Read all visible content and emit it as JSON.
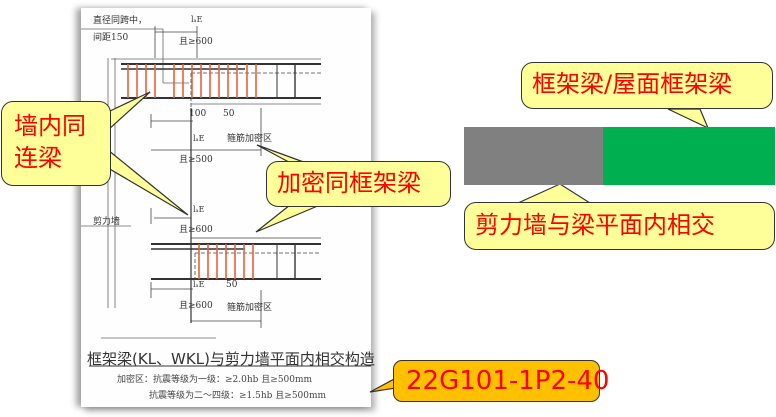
{
  "drawing": {
    "labels": {
      "top_note_line1": "直径同跨中，",
      "top_note_line2": "间距150",
      "lae_top": "lₐE",
      "lae_top_cond": "且≥600",
      "dim_100": "100",
      "dim_50_top": "50",
      "lae_mid": "lₐE",
      "lae_mid_cond": "且≥500",
      "zone_mid": "箍筋加密区",
      "shear_wall": "剪力墙",
      "lae_lower": "lₐE",
      "lae_lower_cond": "且≥600",
      "lae_bottom": "lₐE",
      "dim_50_bottom": "50",
      "lae_bottom_cond": "且≥600",
      "zone_bottom": "箍筋加密区"
    },
    "caption": "框架梁(KL、WKL)与剪力墙平面内相交构造",
    "notes": {
      "line1": "加密区：抗震等级为一级：≥2.0hb 且≥500mm",
      "line2": "抗震等级为二～四级：≥1.5hb 且≥500mm"
    },
    "colors": {
      "stirrup": "#e8603a",
      "line": "#333333"
    }
  },
  "callouts": {
    "wall_beam": {
      "line1": "墙内同",
      "line2": "连梁"
    },
    "dense_zone": "加密同框架梁",
    "frame_beam": "框架梁/屋面框架梁",
    "intersect": "剪力墙与梁平面内相交",
    "reference": "22G101-1P2-40"
  },
  "legend_bars": {
    "wall_color": "#808080",
    "beam_color": "#00b050"
  },
  "colors": {
    "callout_bg": "#ffff99",
    "callout_text": "#ff0000",
    "reference_bg": "#ffc000"
  }
}
